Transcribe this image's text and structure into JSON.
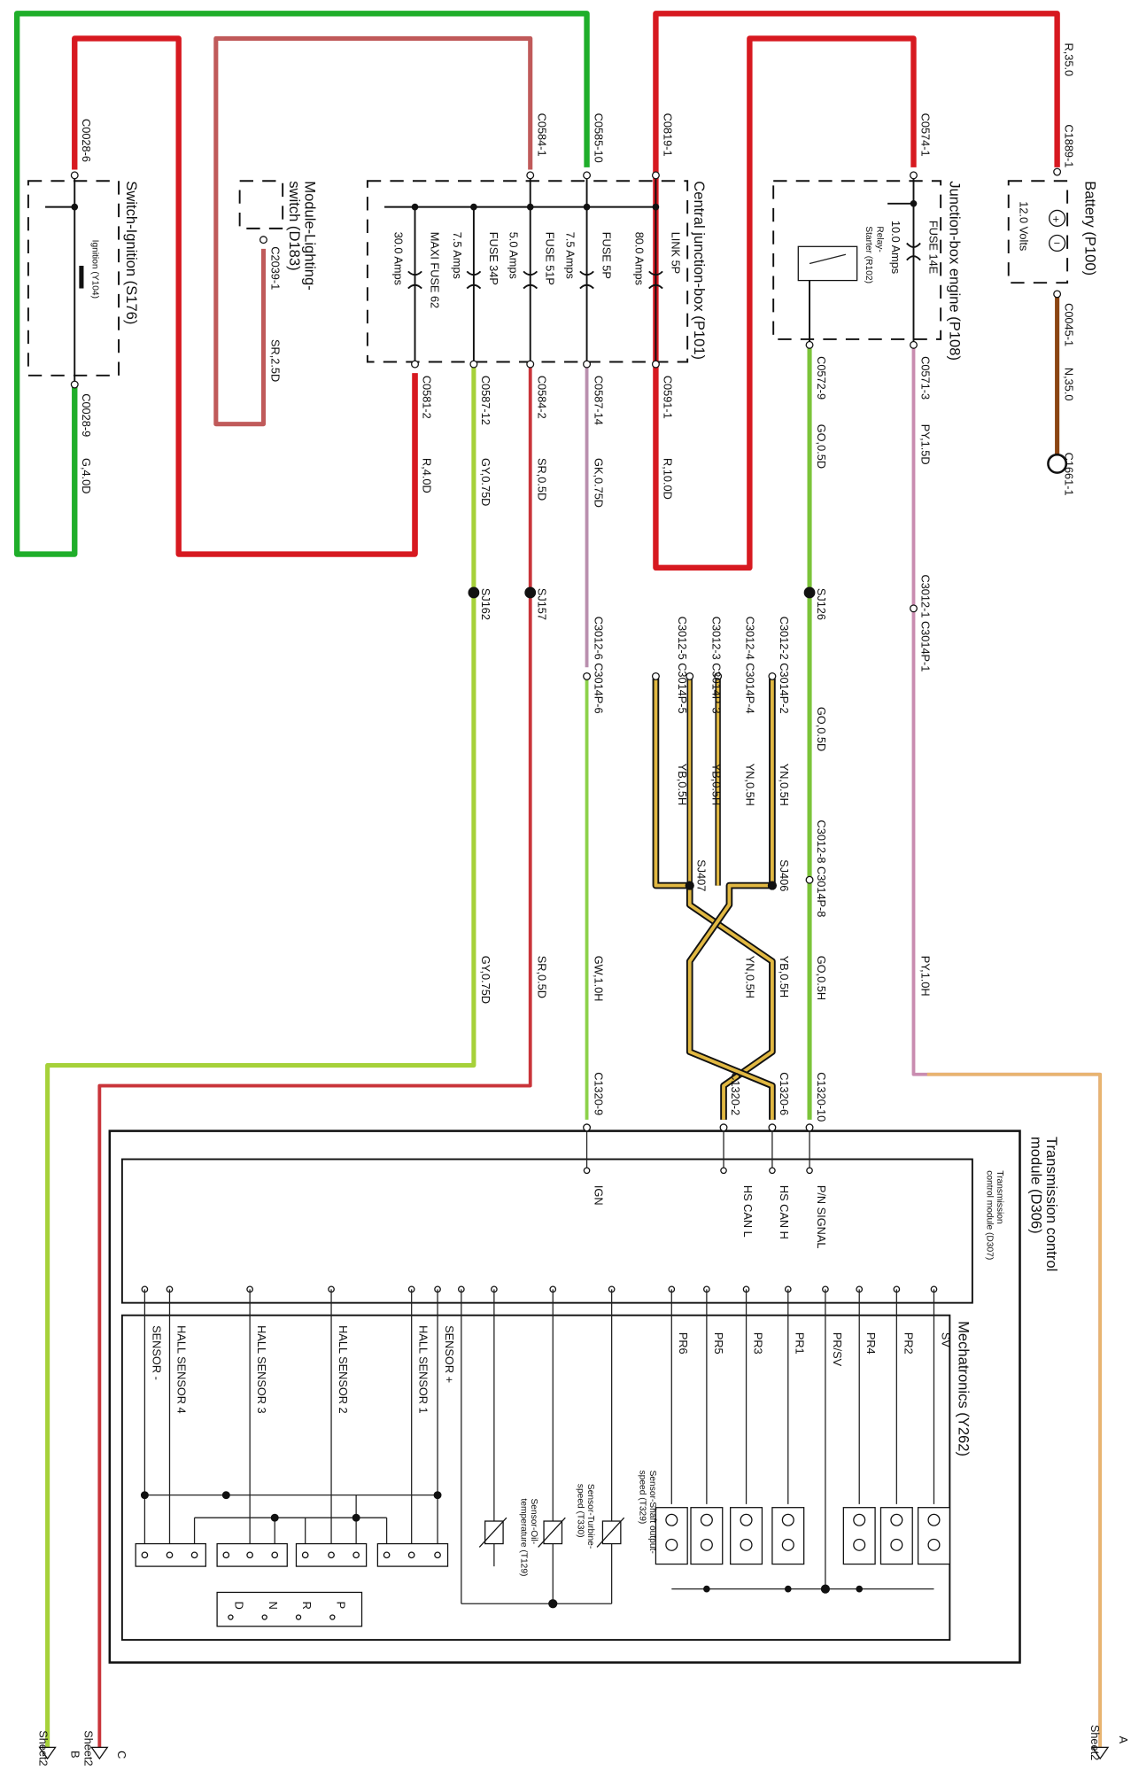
{
  "colors": {
    "red": "#d71920",
    "green": "#1fae2a",
    "brown": "#8b4513",
    "pink": "#c05a5a",
    "lightgreen": "#8cd14a",
    "yellow": "#e1b842",
    "pinkwire": "#c98cb0",
    "orange": "#e8b470",
    "grey": "#555555"
  },
  "battery": {
    "title": "Battery (P100)",
    "voltage": "12.0 Volts",
    "c1889": "C1889-1",
    "c0045": "C0045-1",
    "c1661": "C1661-1",
    "w_r35": "R,35.0",
    "w_n35": "N,35.0"
  },
  "jbe": {
    "title": "Junction-box engine (P108)",
    "fuse": "FUSE 14E",
    "fuse_amps": "10.0 Amps",
    "relay1": "Relay-",
    "relay2": "Starter (R102)",
    "c0574": "C0574-1",
    "c0571": "C0571-3",
    "c0572": "C0572-9",
    "w_py15": "PY,1.5D",
    "w_go05d": "GO,0.5D"
  },
  "cjb": {
    "title": "Central junction-box (P101)",
    "c0819": "C0819-1",
    "c0585": "C0585-10",
    "c0584_1": "C0584-1",
    "c0591": "C0591-1",
    "c0587_14": "C0587-14",
    "c0584_2": "C0584-2",
    "c0587_12": "C0587-12",
    "c0581": "C0581-2",
    "link": "LINK 5P",
    "link_amps": "80.0 Amps",
    "f5p": "FUSE 5P",
    "f5p_amps": "7.5 Amps",
    "f51p": "FUSE 51P",
    "f51p_amps": "5.0 Amps",
    "f34p": "FUSE 34P",
    "f34p_amps": "7.5 Amps",
    "maxi": "MAXI FUSE 62",
    "maxi_amps": "30.0 Amps",
    "w_r10": "R,10.0D",
    "w_gk": "GK,0.75D",
    "w_sr": "SR,0.5D",
    "w_gy": "GY,0.75D",
    "w_r4": "R,4.0D"
  },
  "lighting": {
    "title1": "Module-Lighting-",
    "title2": "switch (D183)",
    "c2039": "C2039-1",
    "w_sr25": "SR,2.5D"
  },
  "ignition": {
    "title": "Switch-Ignition (S176)",
    "contact": "Ignition (Y104)",
    "c0028_6": "C0028-6",
    "c0028_9": "C0028-9",
    "w_g4": "G,4.0D"
  },
  "splices": {
    "sj126": "SJ126",
    "sj157": "SJ157",
    "sj162": "SJ162",
    "sj406": "SJ406",
    "sj407": "SJ407"
  },
  "inline": {
    "pair_3012_1": "C3012-1 C3014P-1",
    "pair_3012_2": "C3012-2 C3014P-2",
    "pair_3012_4": "C3012-4 C3014P-4",
    "pair_3012_3": "C3012-3 C3014P-3",
    "pair_3012_5": "C3012-5 C3014P-5",
    "pair_3012_6": "C3012-6 C3014P-6",
    "pair_3012_8": "C3012-8 C3014P-8"
  },
  "wires": {
    "py10h": "PY,1.0H",
    "go05h": "GO,0.5H",
    "go05d": "GO,0.5D",
    "yn05h": "YN,0.5H",
    "yb05h": "YB,0.5H",
    "gw10h": "GW,1.0H",
    "sr05d": "SR,0.5D",
    "gy075d": "GY,0.75D"
  },
  "tcm": {
    "title1": "Transmission control",
    "title2": "module (D306)",
    "inner1": "Transmission",
    "inner2": "control module (D307)",
    "c1320_10": "C1320-10",
    "c1320_6": "C1320-6",
    "c1320_2": "C1320-2",
    "c1320_9": "C1320-9",
    "pins": [
      "P/N SIGNAL",
      "HS CAN H",
      "HS CAN L",
      "IGN"
    ]
  },
  "mech": {
    "title": "Mechatronics (Y262)",
    "solenoids": [
      "SV",
      "PR2",
      "PR4",
      "PR/SV",
      "PR1",
      "PR3",
      "PR5",
      "PR6"
    ],
    "sensor_shaft1": "Sensor-Shaft output-",
    "sensor_shaft2": "speed (T329)",
    "sensor_turb1": "Sensor-Turbine-",
    "sensor_turb2": "speed (T330)",
    "sensor_oil1": "Sensor-Oil-",
    "sensor_oil2": "temperature (T129)",
    "sensor_plus": "SENSOR +",
    "hall1": "HALL SENSOR 1",
    "hall2": "HALL SENSOR 2",
    "hall3": "HALL SENSOR 3",
    "hall4": "HALL SENSOR 4",
    "sensor_minus": "SENSOR -",
    "gears": [
      "P",
      "R",
      "N",
      "D"
    ]
  },
  "offpage": {
    "a": "A",
    "b": "B",
    "c": "C",
    "sheet": "Sheet2"
  }
}
